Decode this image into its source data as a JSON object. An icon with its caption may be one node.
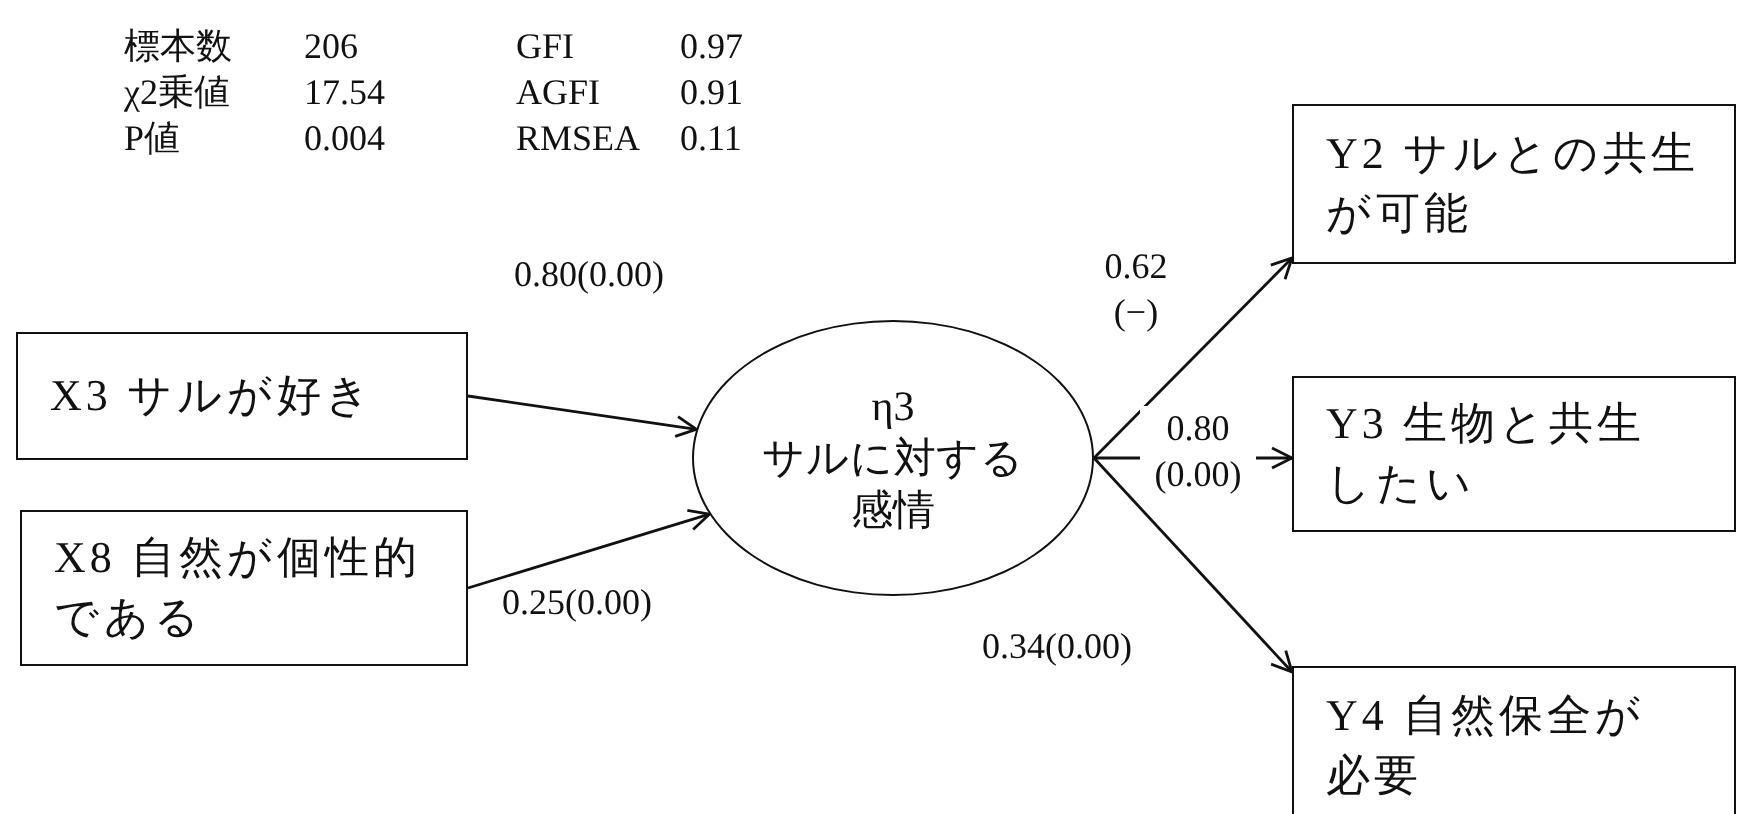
{
  "diagram": {
    "nodes": [
      {
        "text": [
          "X3 サルが好き"
        ]
      },
      {
        "text": [
          "X8 自然が個性的である"
        ]
      },
      {
        "text": [
          "η3",
          "サルに対する感情"
        ]
      },
      {
        "text": [
          "Y2 サルとの共生が可能"
        ]
      },
      {
        "text": [
          "Y3 生物と共生したい"
        ]
      },
      {
        "text": [
          "Y4 自然保全が必要"
        ]
      }
    ],
    "edges": [
      {
        "from": 0,
        "to": 2,
        "arrow": "to",
        "label": "0.80(0.00)"
      },
      {
        "from": 1,
        "to": 2,
        "arrow": "to",
        "label": "0.25(0.00)"
      },
      {
        "from": 2,
        "to": 3,
        "arrow": "to",
        "label": "0.62 (−)"
      },
      {
        "from": 2,
        "to": 4,
        "arrow": "to",
        "label": "0.80 (0.00)"
      },
      {
        "from": 2,
        "to": 5,
        "arrow": "to",
        "label": "0.34(0.00)"
      }
    ],
    "labels": [
      "標本数",
      "206",
      "GFI",
      "0.97",
      "χ2乗値",
      "17.54",
      "AGFI",
      "0.91",
      "P値",
      "0.004",
      "RMSEA",
      "0.11"
    ]
  }
}
